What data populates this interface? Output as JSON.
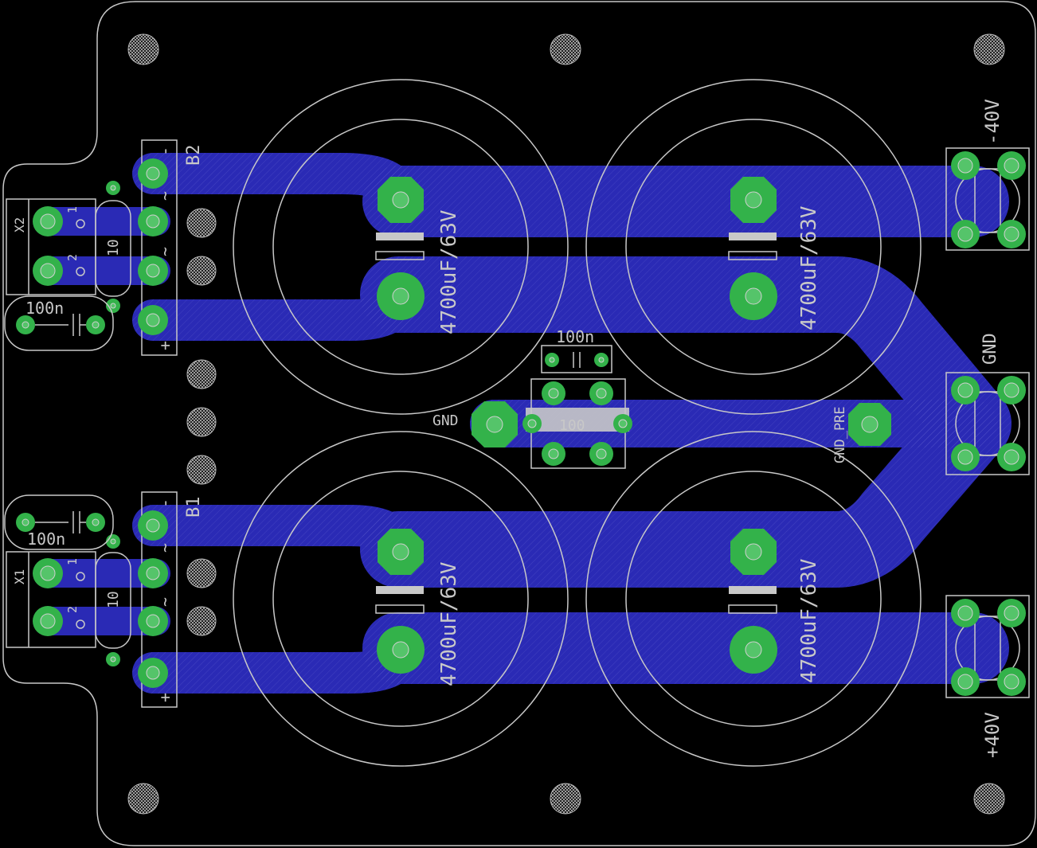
{
  "board": {
    "colors": {
      "background": "#000000",
      "outline": "#c8c8c8",
      "copper": "#2a2ab5",
      "pad": "#33b24a",
      "silkscreen": "#c8c8c8"
    }
  },
  "labels": {
    "b2": "B2",
    "b1": "B1",
    "x2": "X2",
    "x1": "X1",
    "cap_top_left": "4700uF/63V",
    "cap_top_right": "4700uF/63V",
    "cap_bottom_left": "4700uF/63V",
    "cap_bottom_right": "4700uF/63V",
    "c_small_left_top": "100n",
    "c_small_left_bottom": "100n",
    "c_small_center": "100n",
    "r_center": "100",
    "r_x2": "10",
    "r_x1": "10",
    "gnd_left": "GND",
    "gnd_pre": "GND_PRE",
    "gnd_right": "GND",
    "neg40": "-40V",
    "pos40": "+40V",
    "bridge_minus": "-",
    "bridge_plus": "+",
    "bridge_ac": "~",
    "pin1": "1",
    "pin2": "2"
  }
}
